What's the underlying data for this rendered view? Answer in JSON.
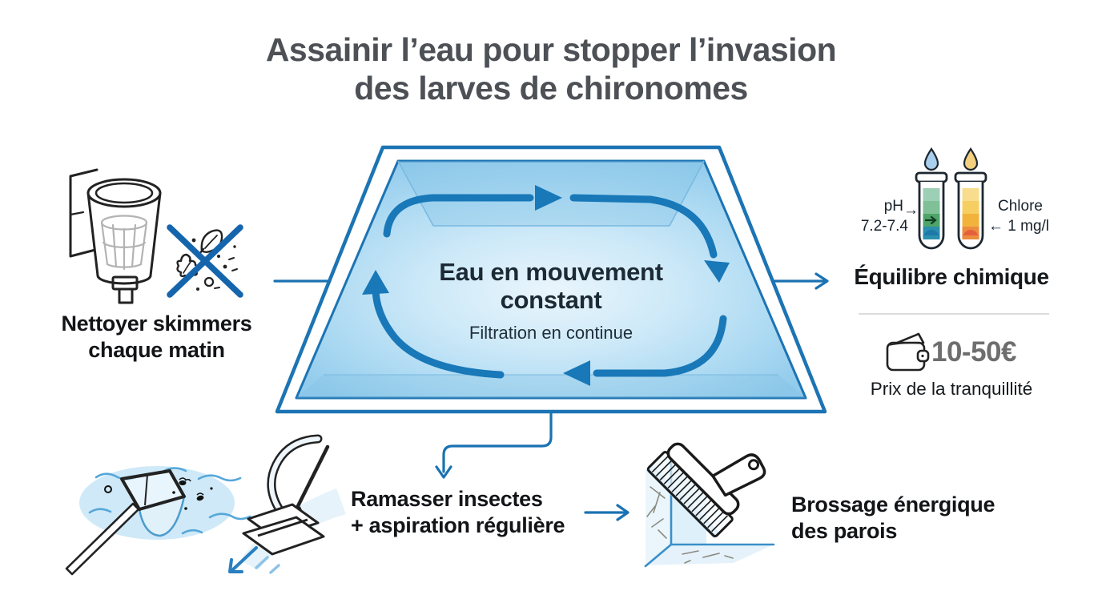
{
  "title": {
    "line1": "Assainir l’eau pour stopper l’invasion",
    "line2": "des larves de chironomes"
  },
  "skimmer": {
    "line1": "Nettoyer skimmers",
    "line2": "chaque matin"
  },
  "pool": {
    "line1": "Eau en mouvement",
    "line2": "constant",
    "sub": "Filtration en continue"
  },
  "chemistry": {
    "heading": "Équilibre chimique",
    "ph": {
      "label": "pH",
      "arrow": "→",
      "range": "7.2-7.4",
      "drop_color": "#a9cfec",
      "band_colors": [
        "#9ccfb6",
        "#7fc096",
        "#4fa469",
        "#2b8fae",
        "#1d79a8"
      ]
    },
    "chlorine": {
      "label": "Chlore",
      "arrow": "←",
      "value": "1 mg/l",
      "drop_color": "#f2d07e",
      "band_colors": [
        "#f7dd8d",
        "#f6ce62",
        "#f2b33c",
        "#ec8c3e",
        "#e4603c"
      ]
    }
  },
  "price": {
    "amount": "10-50€",
    "caption": "Prix de la tranquillité"
  },
  "collect": {
    "line1": "Ramasser insectes",
    "line2": "+ aspiration régulière"
  },
  "brushing": {
    "line1": "Brossage énergique",
    "line2": "des parois"
  },
  "colors": {
    "accent_blue": "#1878b8",
    "connector_blue": "#1a72b2",
    "cross_blue": "#1565ad",
    "outline_dark": "#222222",
    "title_gray": "#4d5156",
    "price_gray": "#6e6e6e",
    "water_light": "#cde9f8",
    "water_edge": "#95ccec"
  }
}
